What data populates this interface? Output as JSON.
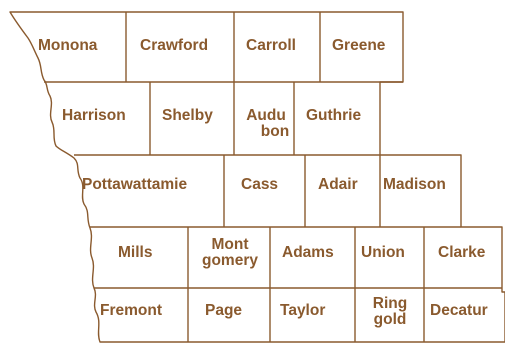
{
  "map": {
    "label_color": "#8a5a2e",
    "border_color": "#8a5a2e",
    "fill_color": "#ffffff",
    "counties": [
      {
        "id": "monona",
        "label": "Monona"
      },
      {
        "id": "crawford",
        "label": "Crawford"
      },
      {
        "id": "carroll",
        "label": "Carroll"
      },
      {
        "id": "greene",
        "label": "Greene"
      },
      {
        "id": "harrison",
        "label": "Harrison"
      },
      {
        "id": "shelby",
        "label": "Shelby"
      },
      {
        "id": "audubon",
        "label_line1": "Audu",
        "label_line2": "bon"
      },
      {
        "id": "guthrie",
        "label": "Guthrie"
      },
      {
        "id": "pottawattamie",
        "label": "Pottawattamie"
      },
      {
        "id": "cass",
        "label": "Cass"
      },
      {
        "id": "adair",
        "label": "Adair"
      },
      {
        "id": "madison",
        "label": "Madison"
      },
      {
        "id": "mills",
        "label": "Mills"
      },
      {
        "id": "montgomery",
        "label_line1": "Mont",
        "label_line2": "gomery"
      },
      {
        "id": "adams",
        "label": "Adams"
      },
      {
        "id": "union",
        "label": "Union"
      },
      {
        "id": "clarke",
        "label": "Clarke"
      },
      {
        "id": "fremont",
        "label": "Fremont"
      },
      {
        "id": "page",
        "label": "Page"
      },
      {
        "id": "taylor",
        "label": "Taylor"
      },
      {
        "id": "ringgold",
        "label_line1": "Ring",
        "label_line2": "gold"
      },
      {
        "id": "decatur",
        "label": "Decatur"
      }
    ]
  }
}
